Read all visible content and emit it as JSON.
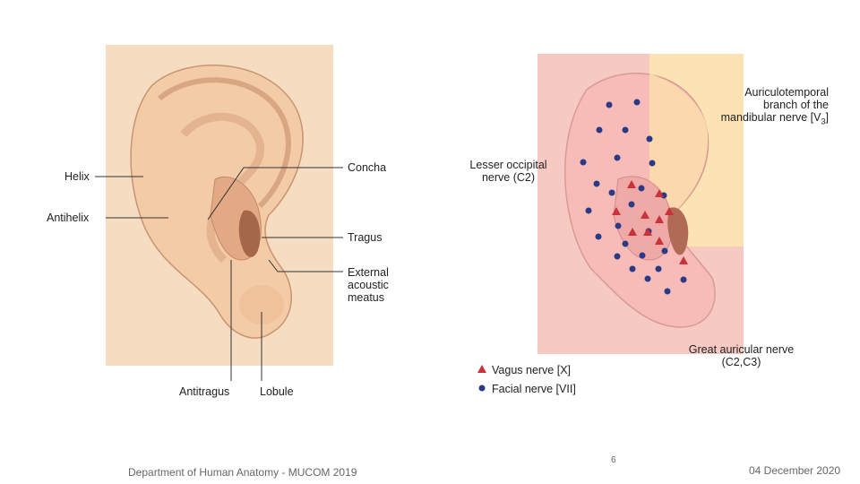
{
  "left_diagram": {
    "labels": {
      "helix": "Helix",
      "antihelix": "Antihelix",
      "concha": "Concha",
      "tragus": "Tragus",
      "external_acoustic_meatus": "External\nacoustic\nmeatus",
      "antitragus": "Antitragus",
      "lobule": "Lobule"
    }
  },
  "right_diagram": {
    "labels": {
      "auriculotemporal": "Auriculotemporal\nbranch of the\nmandibular nerve [V",
      "auriculotemporal_sub": "3",
      "auriculotemporal_end": "]",
      "lesser_occipital": "Lesser occipital\nnerve (C2)",
      "great_auricular": "Great auricular nerve\n(C2,C3)"
    },
    "legend": [
      {
        "symbol": "triangle",
        "color": "#c8323a",
        "label": "Vagus nerve [X]"
      },
      {
        "symbol": "circle",
        "color": "#2b3a86",
        "label": "Facial nerve [VII]"
      }
    ]
  },
  "footer": {
    "department": "Department of Human Anatomy - MUCOM 2019",
    "page_number": "6",
    "date": "04 December 2020"
  },
  "colors": {
    "skin_bg": "#f6dcc0",
    "ear_fill": "#f3cba7",
    "ear_edge": "#c99472",
    "region_pink": "#f7c2bf",
    "region_yellow": "#fbe3b3",
    "vagus": "#c8323a",
    "facial": "#2b3a86"
  }
}
